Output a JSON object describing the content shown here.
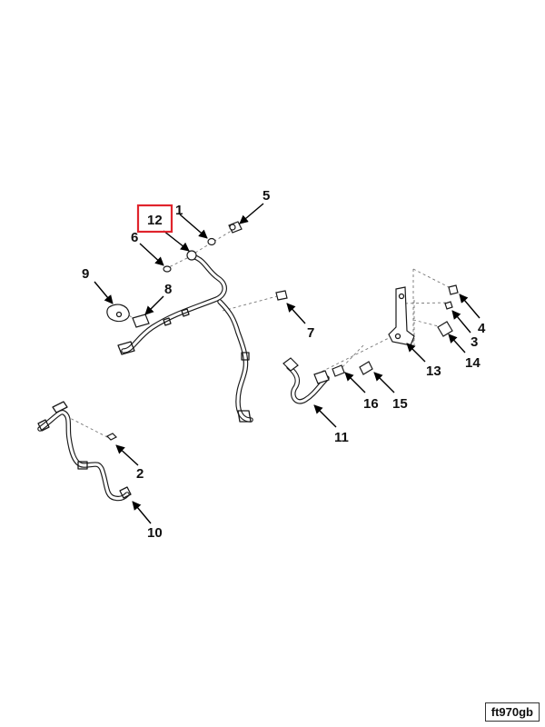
{
  "callouts": {
    "c1": "1",
    "c2": "2",
    "c3": "3",
    "c4": "4",
    "c5": "5",
    "c6": "6",
    "c7": "7",
    "c8": "8",
    "c9": "9",
    "c10": "10",
    "c11": "11",
    "c12": "12",
    "c13": "13",
    "c14": "14",
    "c15": "15",
    "c16": "16"
  },
  "highlighted_callout": "12",
  "highlight_color": "#e0242c",
  "reference_code": "ft970gb"
}
